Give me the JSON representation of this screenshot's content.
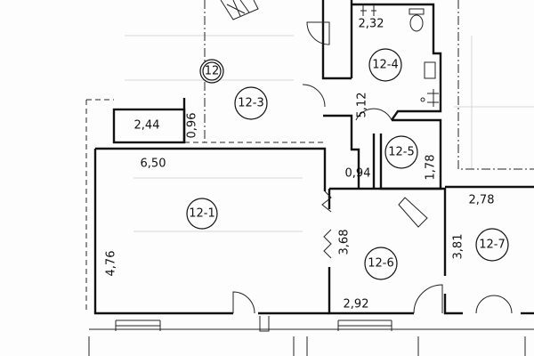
{
  "plan": {
    "unit_tag": "12",
    "rooms": [
      {
        "id": "12-1",
        "label": "12-1"
      },
      {
        "id": "12-3",
        "label": "12-3"
      },
      {
        "id": "12-4",
        "label": "12-4"
      },
      {
        "id": "12-5",
        "label": "12-5"
      },
      {
        "id": "12-6",
        "label": "12-6"
      },
      {
        "id": "12-7",
        "label": "12-7"
      }
    ],
    "dimensions": {
      "d232": "2,32",
      "d244": "2,44",
      "d096": "0,96",
      "d512": "5,12",
      "d650": "6,50",
      "d094": "0,94",
      "d178": "1,78",
      "d278": "2,78",
      "d368": "3,68",
      "d476": "4,76",
      "d381": "3,81",
      "d292": "2,92"
    }
  }
}
